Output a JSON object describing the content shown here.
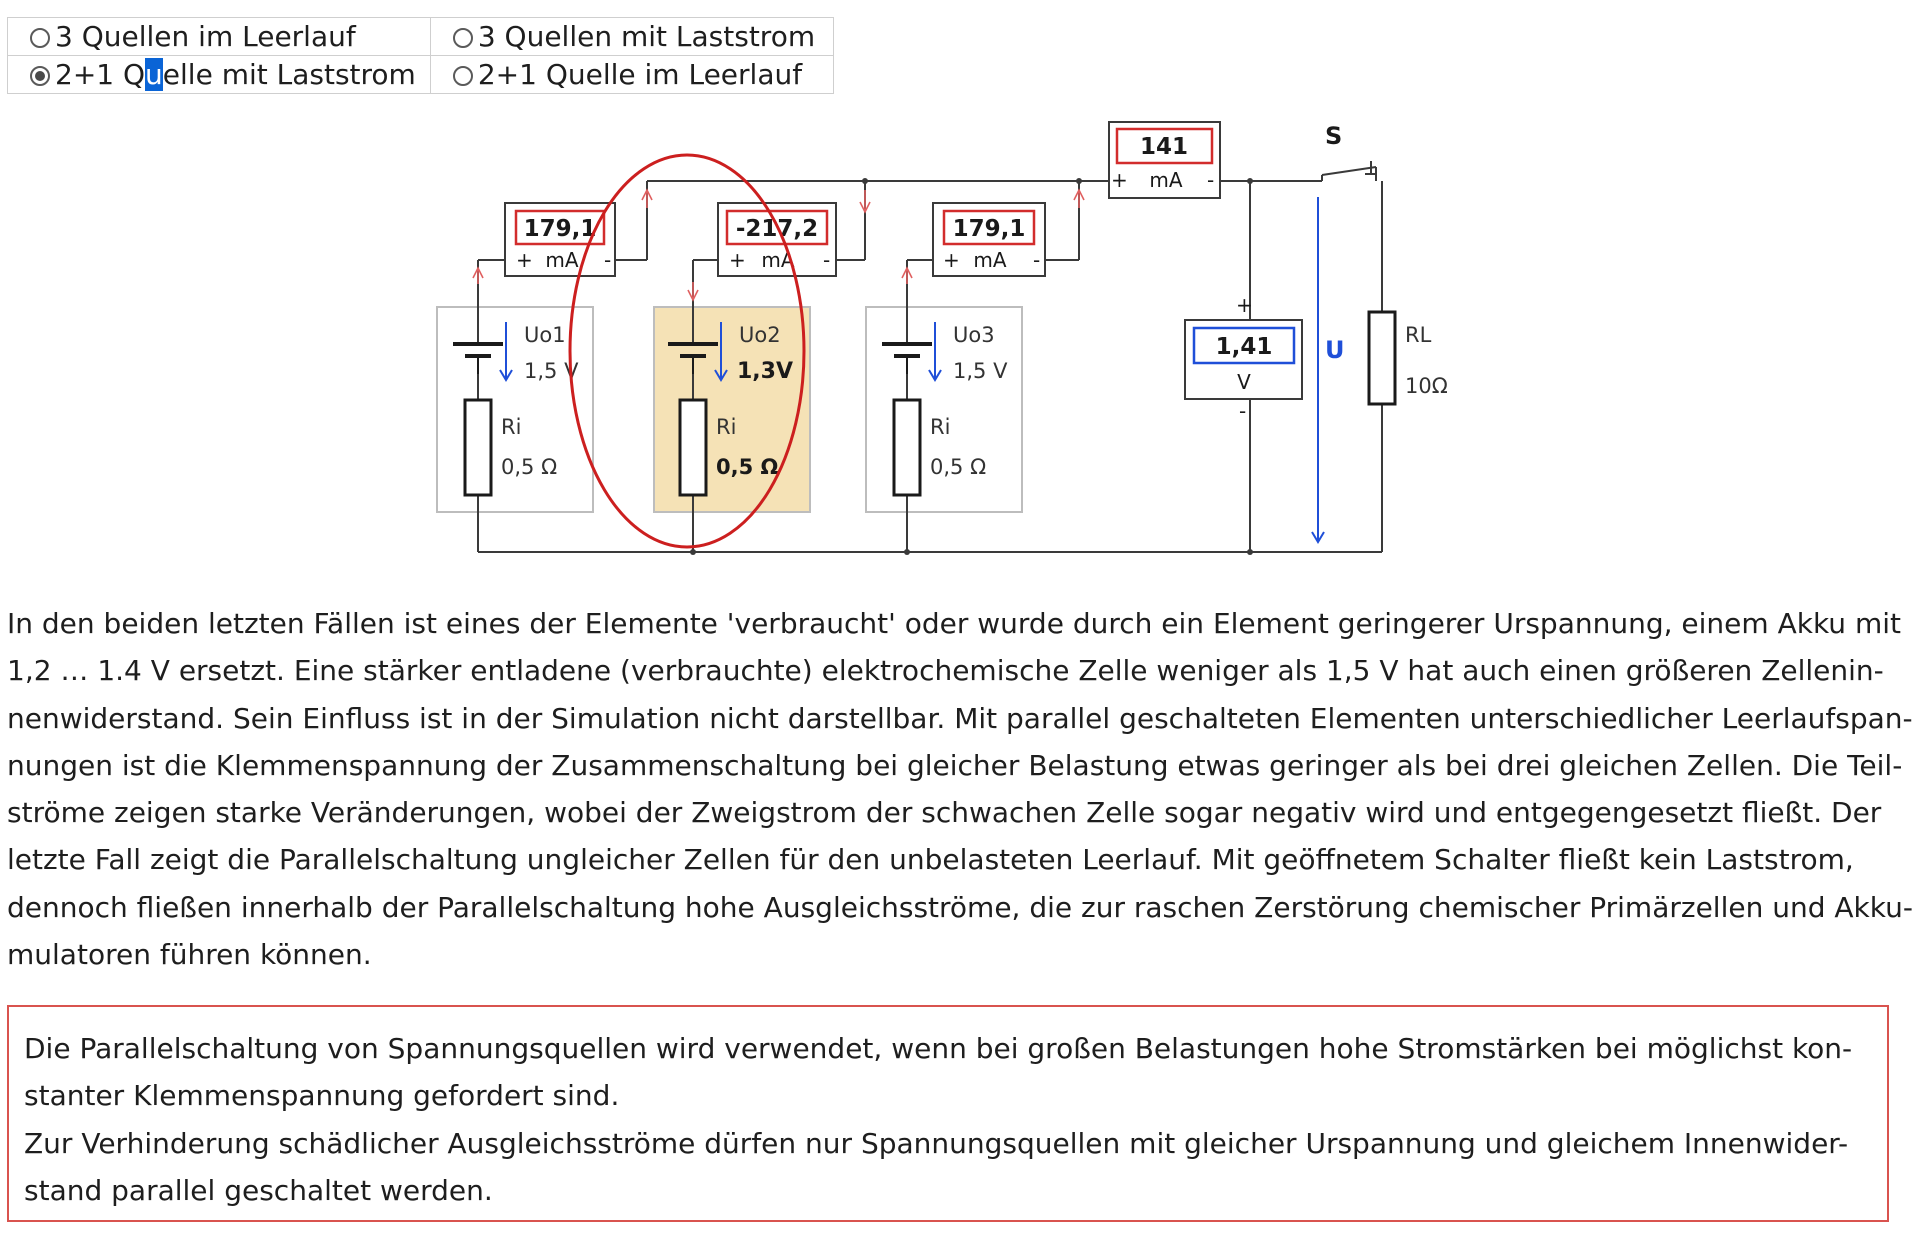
{
  "options": [
    {
      "label_a": "3 Quellen im Leerlauf",
      "checked": false
    },
    {
      "label_a": "3 Quellen mit Laststrom",
      "checked": false
    },
    {
      "label_a": "2+1 Q",
      "label_hl": "u",
      "label_b": "elle mit Laststrom",
      "checked": true
    },
    {
      "label_a": "2+1 Quelle im Leerlauf",
      "checked": false
    }
  ],
  "circuit": {
    "switch_label": "S",
    "u_label": "U",
    "ammeter_total": {
      "value": "141",
      "plus": "+",
      "unit": "mA",
      "minus": "-"
    },
    "ammeters": [
      {
        "value": "179,1",
        "plus": "+",
        "unit": "mA",
        "minus": "-"
      },
      {
        "value": "-217,2",
        "plus": "+",
        "unit": "mA",
        "minus": "-"
      },
      {
        "value": "179,1",
        "plus": "+",
        "unit": "mA",
        "minus": "-"
      }
    ],
    "sources": [
      {
        "name": "Uo1",
        "voltage": "1,5 V",
        "ri_label": "Ri",
        "ri_value": "0,5 Ω"
      },
      {
        "name": "Uo2",
        "voltage": "1,3V",
        "ri_label": "Ri",
        "ri_value": "0,5 Ω"
      },
      {
        "name": "Uo3",
        "voltage": "1,5 V",
        "ri_label": "Ri",
        "ri_value": "0,5 Ω"
      }
    ],
    "voltmeter": {
      "value": "1,41",
      "unit": "V",
      "plus": "+",
      "minus": "-"
    },
    "load": {
      "label": "RL",
      "value": "10Ω"
    },
    "colors": {
      "wire": "#3a3a3a",
      "meter_red": "#d22c2c",
      "meter_blue": "#1f4fd8",
      "highlight_fill": "#f5e2b6",
      "ellipse": "#cc1f1f",
      "arrow_red": "#e06060",
      "arrow_blue": "#1f4fd8"
    }
  },
  "paragraph": [
    "In den beiden letzten Fällen ist eines der Elemente 'verbraucht' oder wurde durch ein Element geringerer Urspannung, einem Akku mit",
    "1,2 … 1.4 V ersetzt. Eine stärker entladene (verbrauchte) elektrochemische Zelle weniger als 1,5 V hat auch einen größeren Zellenin-",
    "nenwiderstand. Sein Einfluss ist in der Simulation nicht darstellbar. Mit parallel geschalteten Elementen unterschiedlicher Leerlaufspan-",
    "nungen ist die Klemmenspannung der Zusammenschaltung bei gleicher Belastung etwas geringer als bei drei gleichen Zellen. Die Teil-",
    "ströme zeigen starke Veränderungen, wobei der Zweigstrom der schwachen Zelle sogar negativ wird und entgegengesetzt fließt. Der",
    "letzte Fall zeigt die Parallelschaltung ungleicher Zellen für den unbelasteten Leerlauf. Mit geöffnetem Schalter fließt kein Laststrom,",
    "dennoch fließen innerhalb der Parallelschaltung hohe Ausgleichsströme, die zur raschen Zerstörung chemischer Primärzellen und Akku-",
    "mulatoren führen können."
  ],
  "note": [
    "Die Parallelschaltung von Spannungsquellen wird verwendet, wenn bei großen Belastungen hohe Stromstärken bei möglichst kon-",
    "stanter Klemmenspannung gefordert sind.",
    "Zur Verhinderung schädlicher Ausgleichsströme dürfen nur Spannungsquellen mit gleicher Urspannung und gleichem Innenwider-",
    "stand parallel geschaltet werden."
  ]
}
